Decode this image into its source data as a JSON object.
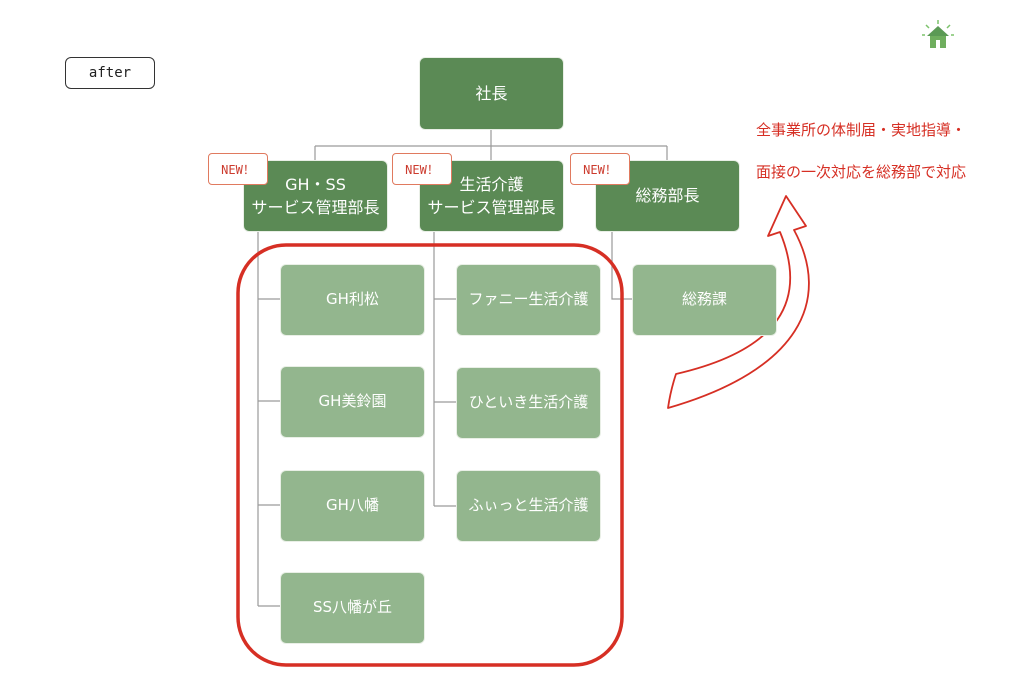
{
  "after_label": "after",
  "top": "社長",
  "managers": {
    "gh_ss": "GH・SS\nサービス管理部長",
    "life": "生活介護\nサービス管理部長",
    "general": "総務部長"
  },
  "new_badge": "NEW！",
  "gh_units": [
    "GH利松",
    "GH美鈴園",
    "GH八幡",
    "SS八幡が丘"
  ],
  "life_units": [
    "ファニー生活介護",
    "ひといき生活介護",
    "ふぃっと生活介護"
  ],
  "general_units": [
    "総務課"
  ],
  "note": {
    "line1": "全事業所の体制届・実地指導・",
    "line2": "面接の一次対応を総務部で対応"
  },
  "colors": {
    "dark": "#5b8a55",
    "light": "#93b68e",
    "accent": "#d62f24"
  },
  "icon": "house-tree-logo-icon"
}
